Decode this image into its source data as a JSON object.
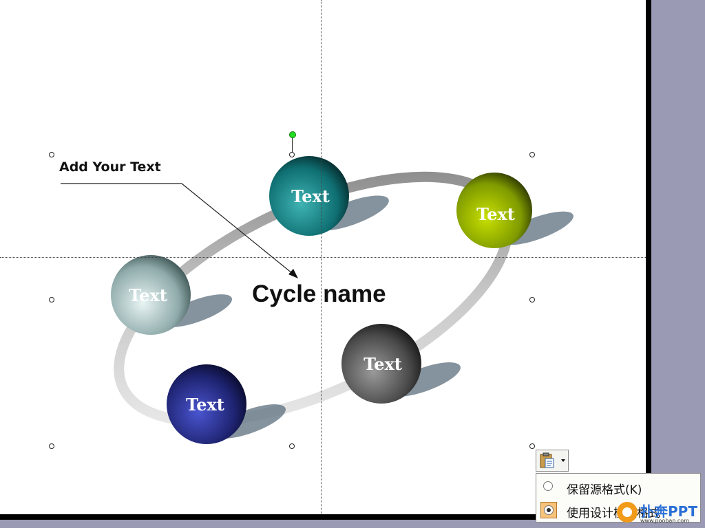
{
  "slide": {
    "callout_text": "Add Your Text",
    "cycle_title": "Cycle name",
    "spheres": [
      {
        "label": "Text",
        "color": "#0f6f72"
      },
      {
        "label": "Text",
        "color": "#7f9a00"
      },
      {
        "label": "Text",
        "color": "#8faaaa"
      },
      {
        "label": "Text",
        "color": "#4a4a4a"
      },
      {
        "label": "Text",
        "color": "#1e2370"
      }
    ]
  },
  "paste_options": {
    "button_icon": "clipboard-icon",
    "dropdown_icon": "chevron-down-icon",
    "items": [
      {
        "label": "保留源格式(K)",
        "selected": false
      },
      {
        "label": "使用设计模板格式",
        "selected": true
      }
    ]
  },
  "watermark": {
    "brand": "扑奔PPT",
    "url": "www.pooban.com"
  }
}
